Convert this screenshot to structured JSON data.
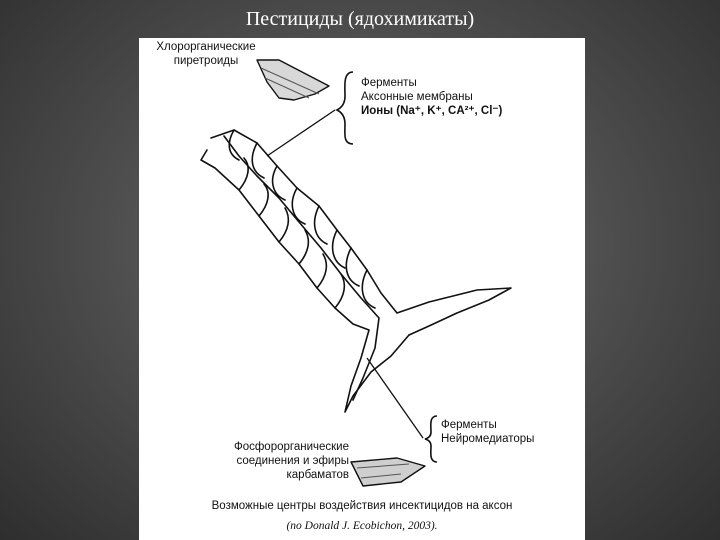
{
  "slide": {
    "title": "Пестициды (ядохимикаты)"
  },
  "figure": {
    "organochlorine_label": [
      "Хлорорганические",
      "пиретроиды"
    ],
    "axon_targets": [
      "Ферменты",
      "Аксонные мембраны",
      "Ионы (Na⁺, K⁺, CA²⁺, Cl⁻)"
    ],
    "synapse_targets": [
      "Ферменты",
      "Нейромедиаторы"
    ],
    "organophosphate_label": [
      "Фосфорорганические",
      "соединения и эфиры",
      "карбаматов"
    ],
    "caption": "Возможные центры воздействия инсектицидов на аксон",
    "source": "(по Donald J. Ecobichon, 2003)."
  }
}
